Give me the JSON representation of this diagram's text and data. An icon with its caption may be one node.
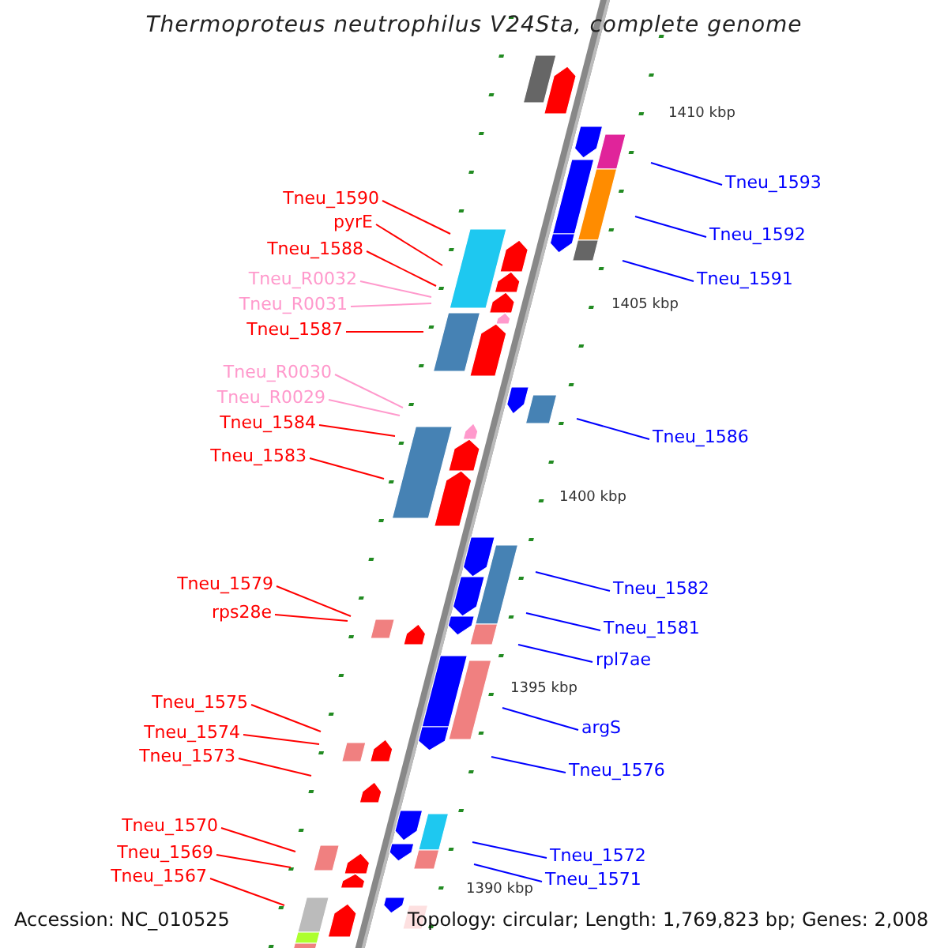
{
  "diagram": {
    "title": "Thermoproteus neutrophilus V24Sta, complete genome",
    "nodes": [
      {
        "text": [
          "Tneu_1593"
        ]
      },
      {
        "text": [
          "Tneu_1590"
        ]
      },
      {
        "text": [
          "pyrE"
        ]
      },
      {
        "text": [
          "Tneu_1592"
        ]
      },
      {
        "text": [
          "Tneu_1588"
        ]
      },
      {
        "text": [
          "Tneu_R0032"
        ]
      },
      {
        "text": [
          "Tneu_1591"
        ]
      },
      {
        "text": [
          "Tneu_R0031"
        ]
      },
      {
        "text": [
          "Tneu_1587"
        ]
      },
      {
        "text": [
          "Tneu_R0030"
        ]
      },
      {
        "text": [
          "Tneu_R0029"
        ]
      },
      {
        "text": [
          "Tneu_1584"
        ]
      },
      {
        "text": [
          "Tneu_1586"
        ]
      },
      {
        "text": [
          "Tneu_1583"
        ]
      },
      {
        "text": [
          "Tneu_1579"
        ]
      },
      {
        "text": [
          "Tneu_1582"
        ]
      },
      {
        "text": [
          "rps28e"
        ]
      },
      {
        "text": [
          "Tneu_1581"
        ]
      },
      {
        "text": [
          "rpl7ae"
        ]
      },
      {
        "text": [
          "Tneu_1575"
        ]
      },
      {
        "text": [
          "argS"
        ]
      },
      {
        "text": [
          "Tneu_1574"
        ]
      },
      {
        "text": [
          "Tneu_1573"
        ]
      },
      {
        "text": [
          "Tneu_1576"
        ]
      },
      {
        "text": [
          "Tneu_1570"
        ]
      },
      {
        "text": [
          "Tneu_1569"
        ]
      },
      {
        "text": [
          "Tneu_1572"
        ]
      },
      {
        "text": [
          "Tneu_1567"
        ]
      },
      {
        "text": [
          "Tneu_1571"
        ]
      }
    ],
    "edges": [
      {
        "from": 0,
        "to": null,
        "arrow": "none",
        "color": "#0000ff"
      },
      {
        "from": 1,
        "to": null,
        "arrow": "none"
      },
      {
        "from": 2,
        "to": null,
        "arrow": "none"
      },
      {
        "from": 3,
        "to": null,
        "arrow": "none",
        "color": "#0000ff"
      },
      {
        "from": 4,
        "to": null,
        "arrow": "none"
      },
      {
        "from": 5,
        "to": null,
        "arrow": "none",
        "color": "#ff99cc"
      },
      {
        "from": 6,
        "to": null,
        "arrow": "none",
        "color": "#0000ff"
      },
      {
        "from": 7,
        "to": null,
        "arrow": "none",
        "color": "#ff99cc"
      },
      {
        "from": 8,
        "to": null,
        "arrow": "none"
      },
      {
        "from": 9,
        "to": null,
        "arrow": "none",
        "color": "#ff99cc"
      },
      {
        "from": 10,
        "to": null,
        "arrow": "none",
        "color": "#ff99cc"
      },
      {
        "from": 11,
        "to": null,
        "arrow": "none"
      },
      {
        "from": 12,
        "to": null,
        "arrow": "none",
        "color": "#0000ff"
      },
      {
        "from": 13,
        "to": null,
        "arrow": "none"
      },
      {
        "from": 14,
        "to": null,
        "arrow": "none"
      },
      {
        "from": 15,
        "to": null,
        "arrow": "none",
        "color": "#0000ff"
      },
      {
        "from": 16,
        "to": null,
        "arrow": "none"
      },
      {
        "from": 17,
        "to": null,
        "arrow": "none",
        "color": "#0000ff"
      },
      {
        "from": 18,
        "to": null,
        "arrow": "none",
        "color": "#0000ff"
      },
      {
        "from": 19,
        "to": null,
        "arrow": "none"
      },
      {
        "from": 20,
        "to": null,
        "arrow": "none",
        "color": "#0000ff"
      },
      {
        "from": 21,
        "to": null,
        "arrow": "none"
      },
      {
        "from": 22,
        "to": null,
        "arrow": "none"
      },
      {
        "from": 23,
        "to": null,
        "arrow": "none",
        "color": "#0000ff"
      },
      {
        "from": 24,
        "to": null,
        "arrow": "none"
      },
      {
        "from": 25,
        "to": null,
        "arrow": "none"
      },
      {
        "from": 26,
        "to": null,
        "arrow": "none",
        "color": "#0000ff"
      },
      {
        "from": 27,
        "to": null,
        "arrow": "none"
      },
      {
        "from": 28,
        "to": null,
        "arrow": "none",
        "color": "#0000ff"
      }
    ],
    "labels": [
      "1410 kbp",
      "1405 kbp",
      "1400 kbp",
      "1395 kbp",
      "1390 kbp",
      "Accession: NC_010525",
      "Topology: circular; Length: 1,769,823 bp; Genes: 2,008"
    ]
  }
}
